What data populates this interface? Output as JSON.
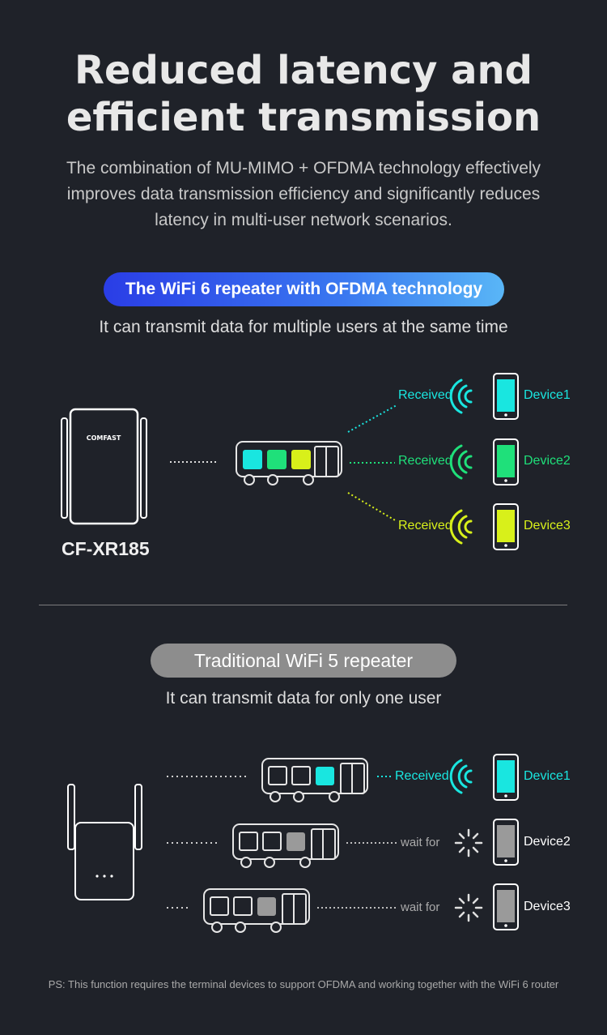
{
  "heading": {
    "line1": "Reduced latency and",
    "line2": "efficient transmission"
  },
  "description": {
    "line1": "The combination of MU-MIMO + OFDMA technology effectively",
    "line2": "improves data transmission efficiency and significantly reduces",
    "line3": "latency in multi-user network scenarios."
  },
  "wifi6": {
    "badge": "The WiFi 6 repeater with OFDMA technology",
    "subtitle": "It can transmit data for multiple users at the same time",
    "product_logo": "COMFAST",
    "product_model": "CF-XR185",
    "rows": [
      {
        "status": "Received",
        "device": "Device1",
        "color": "#19e6e0"
      },
      {
        "status": "Received",
        "device": "Device2",
        "color": "#1fe07a"
      },
      {
        "status": "Received",
        "device": "Device3",
        "color": "#d8f01a"
      }
    ]
  },
  "wifi5": {
    "badge": "Traditional WiFi 5 repeater",
    "subtitle": "It can transmit data for only one user",
    "rows": [
      {
        "status": "Received",
        "device": "Device1",
        "color": "#19e6e0"
      },
      {
        "status": "wait for",
        "device": "Device2",
        "color": "#9a9a9a"
      },
      {
        "status": "wait for",
        "device": "Device3",
        "color": "#9a9a9a"
      }
    ]
  },
  "footnote": "PS: This function requires the terminal devices to support OFDMA and working together with the WiFi 6 router"
}
